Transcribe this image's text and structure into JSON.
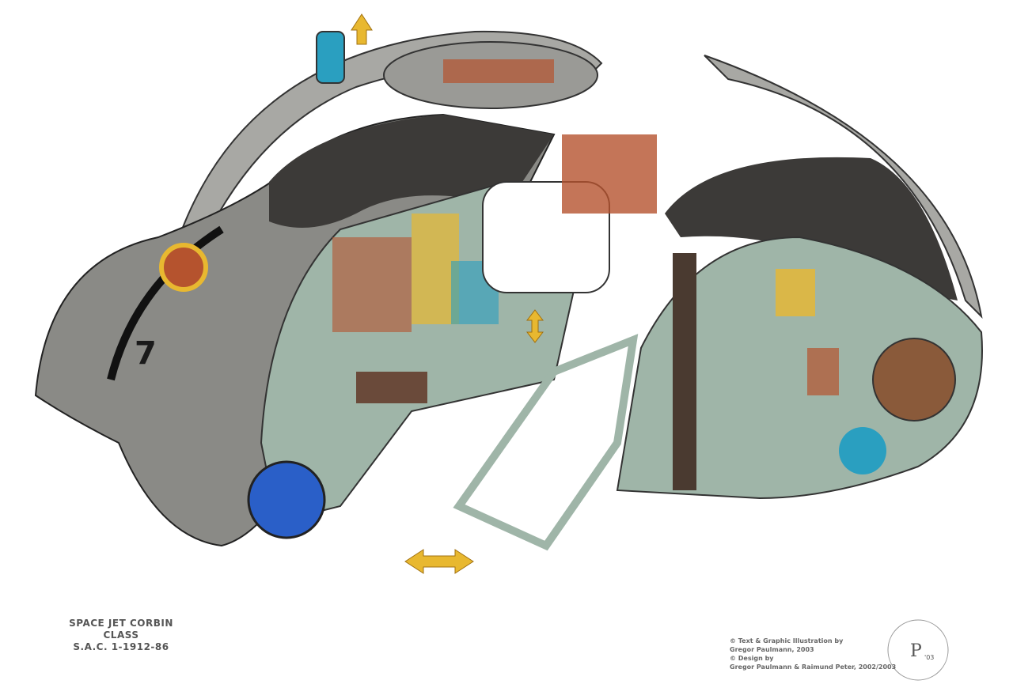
{
  "title": {
    "line1": "SPACE JET CORBIN CLASS",
    "line2": "S.A.C. 1-1912-86"
  },
  "hull_number": "7",
  "credits": {
    "line1": "© Text & Graphic Illustration by",
    "line2": "Gregor Paulmann, 2003",
    "line3": "© Design by",
    "line4": "Gregor Paulmann & Raimund Peter, 2002/2003"
  },
  "signature": "P 03",
  "colors": {
    "hull_gray": "#8a8a86",
    "dark_deck": "#3c3a38",
    "frame_green": "#9fb5a8",
    "rust": "#b5532e",
    "yellow": "#e8b830",
    "cyan": "#2a9fc0",
    "blue": "#2a5fc8"
  }
}
